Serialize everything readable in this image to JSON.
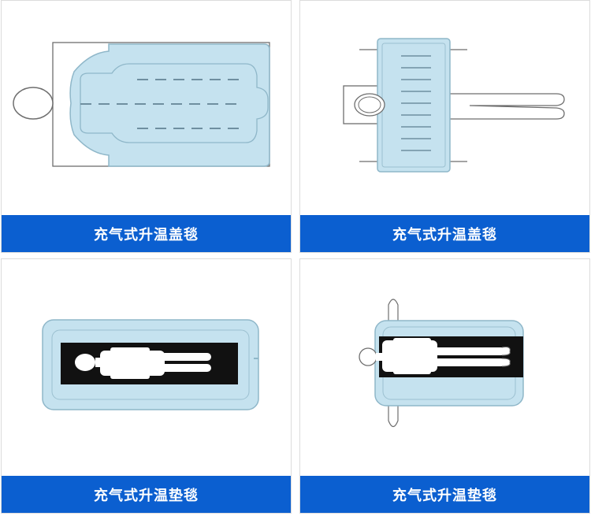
{
  "colors": {
    "caption_bg": "#0b5fd0",
    "blanket_fill": "#c5e2ef",
    "blanket_stroke": "#8fb7c9",
    "silhouette": "#111111"
  },
  "cards": [
    {
      "caption": "充气式升温盖毯",
      "illustration": "overbody-blanket-diagram"
    },
    {
      "caption": "充气式升温盖毯",
      "illustration": "upper-body-blanket-diagram"
    },
    {
      "caption": "充气式升温垫毯",
      "illustration": "full-underbody-pad-diagram"
    },
    {
      "caption": "充气式升温垫毯",
      "illustration": "upper-underbody-pad-diagram"
    }
  ]
}
